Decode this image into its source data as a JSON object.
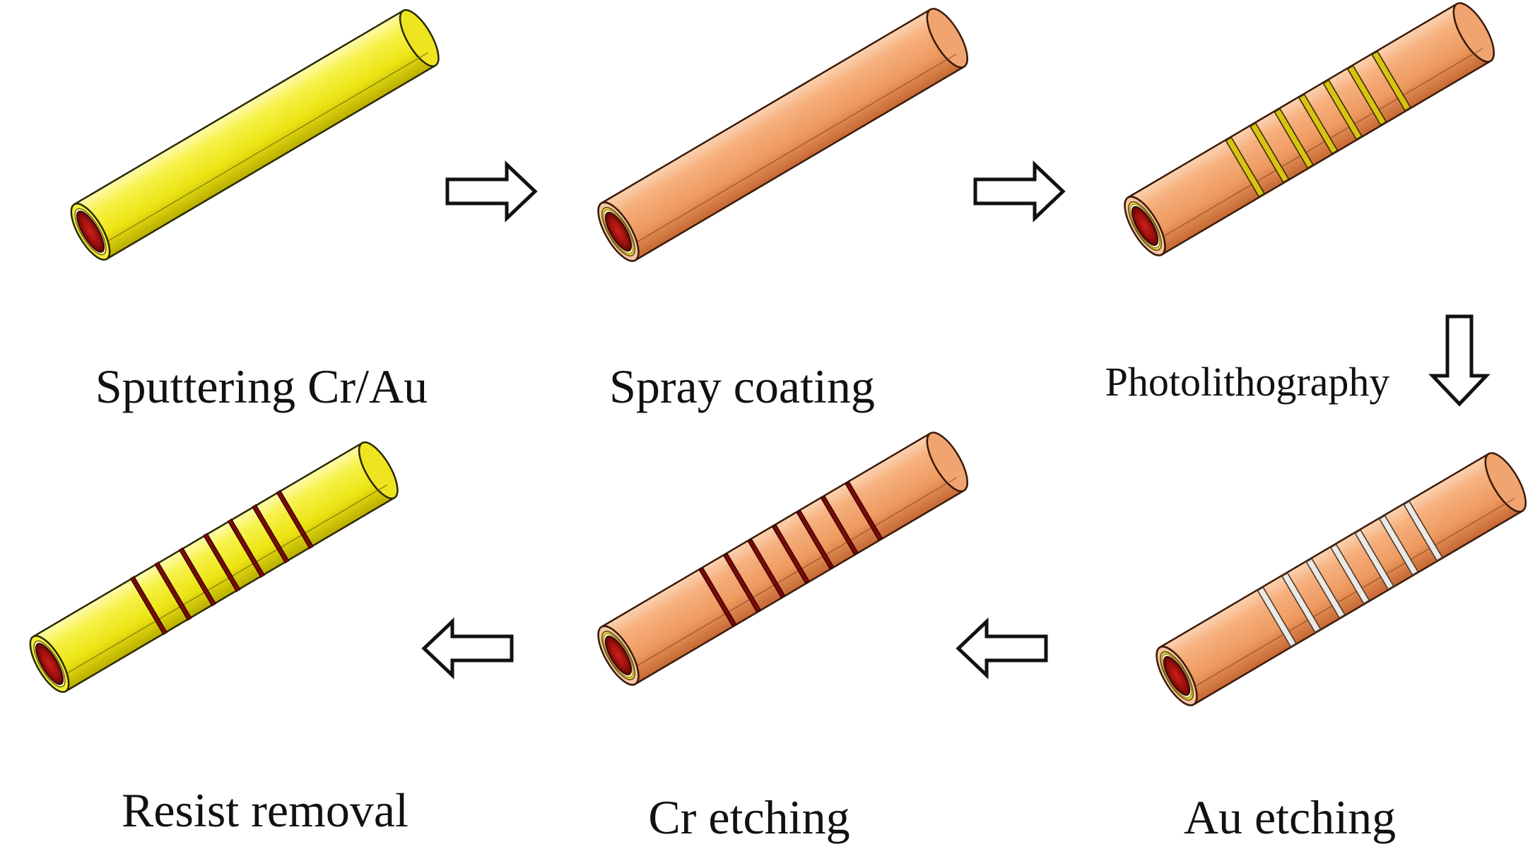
{
  "steps": [
    {
      "id": "sputtering",
      "label": "Sputtering Cr/Au",
      "state": "gold"
    },
    {
      "id": "spray",
      "label": "Spray coating",
      "state": "copper"
    },
    {
      "id": "photo",
      "label": "Photolithography",
      "state": "copper-gold-grooves"
    },
    {
      "id": "au-etch",
      "label": "Au etching",
      "state": "copper-silver-grooves"
    },
    {
      "id": "cr-etch",
      "label": "Cr etching",
      "state": "copper-red-grooves"
    },
    {
      "id": "resist",
      "label": "Resist removal",
      "state": "gold-red-grooves"
    }
  ],
  "flow": [
    "sputtering",
    "spray",
    "photo",
    "au-etch",
    "cr-etch",
    "resist"
  ],
  "colors": {
    "gold_body": "#f2ec1a",
    "gold_light": "#fbf66a",
    "gold_dark": "#b9b000",
    "copper_body": "#f2a36a",
    "copper_light": "#f9c49b",
    "copper_dark": "#c86a36",
    "inner_red": "#a8120f",
    "inner_dark": "#5a0404",
    "groove_gold": "#d9c411",
    "groove_silver": "#e6e0dc",
    "groove_red": "#7a0a06",
    "arrow_stroke": "#111111",
    "arrow_fill": "#ffffff"
  }
}
